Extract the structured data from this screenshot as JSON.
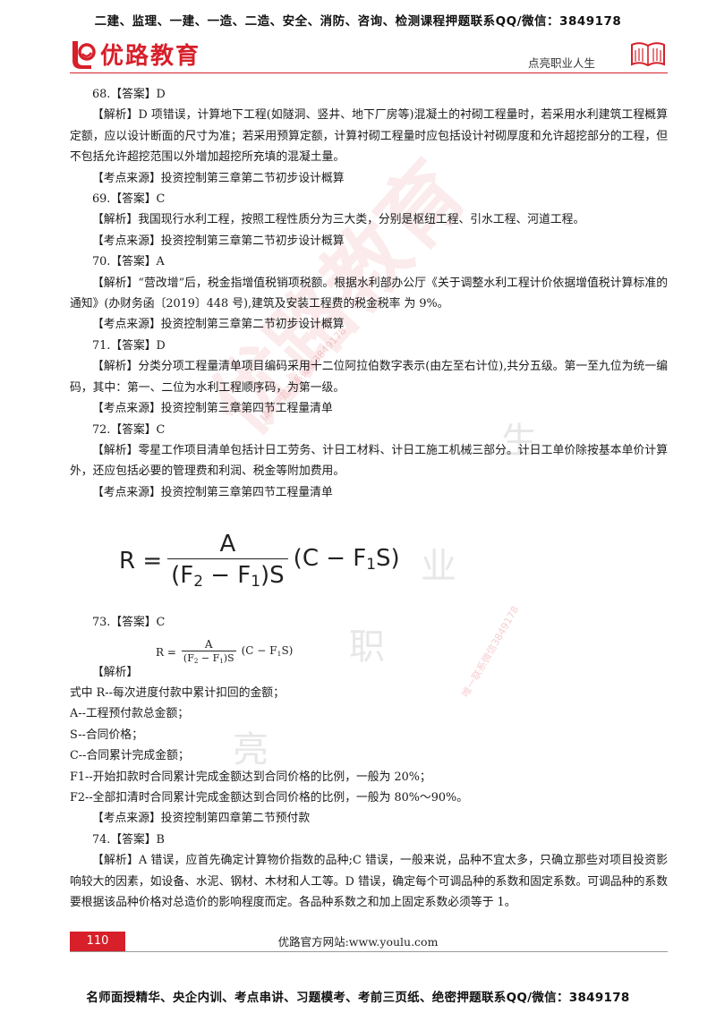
{
  "header": {
    "banner": "二建、监理、一建、一造、二造、安全、消防、咨询、检测课程押题联系QQ/微信：3849178",
    "brand_name": "优路教育",
    "slogan": "点亮职业人生"
  },
  "watermark": {
    "big": "优路教育",
    "chars": [
      "生",
      "业",
      "职",
      "亮"
    ],
    "contact_1": "精准押题联系微信3849178",
    "contact_2": "唯一联系微信3849178"
  },
  "colors": {
    "brand_red": "#d7202a"
  },
  "content": {
    "q68_answer": "68.【答案】D",
    "q68_analysis": "【解析】D 项错误，计算地下工程(如隧洞、竖井、地下厂房等)混凝土的衬砌工程量时，若采用水利建筑工程概算定额，应以设计断面的尺寸为准；若采用预算定额，计算衬砌工程量时应包括设计衬砌厚度和允许超挖部分的工程，但不包括允许超挖范围以外增加超挖所充填的混凝土量。",
    "q68_source": "【考点来源】投资控制第三章第二节初步设计概算",
    "q69_answer": "69.【答案】C",
    "q69_analysis": "【解析】我国现行水利工程，按照工程性质分为三大类，分别是枢纽工程、引水工程、河道工程。",
    "q69_source": "【考点来源】投资控制第三章第二节初步设计概算",
    "q70_answer": "70.【答案】A",
    "q70_analysis": "【解析】“营改增”后，税金指增值税销项税额。根据水利部办公厅《关于调整水利工程计价依据增值税计算标准的通知》(办财务函〔2019〕448 号),建筑及安装工程费的税金税率 为 9%。",
    "q70_source": "【考点来源】投资控制第三章第二节初步设计概算",
    "q71_answer": "71.【答案】D",
    "q71_analysis": "【解析】分类分项工程量清单项目编码采用十二位阿拉伯数字表示(由左至右计位),共分五级。第一至九位为统一编码，其中：第一、二位为水利工程顺序码，为第一级。",
    "q71_source": "【考点来源】投资控制第三章第四节工程量清单",
    "q72_answer": "72.【答案】C",
    "q72_analysis": "【解析】零星工作项目清单包括计日工劳务、计日工材料、计日工施工机械三部分。计日工单价除按基本单价计算外，还应包括必要的管理费和利润、税金等附加费用。",
    "q72_source": "【考点来源】投资控制第三章第四节工程量清单",
    "formula": {
      "lhs": "R =",
      "num": "A",
      "den_pre": "(F",
      "den_sub1": "2",
      "den_mid": " − F",
      "den_sub2": "1",
      "den_post": ")S",
      "rhs_pre": "(C − F",
      "rhs_sub": "1",
      "rhs_post": "S)"
    },
    "q73_answer": "73.【答案】C",
    "q73_analysis_label": "【解析】",
    "q73_defs": [
      "式中 R--每次进度付款中累计扣回的金额；",
      "A--工程预付款总金额；",
      "S--合同价格；",
      "C--合同累计完成金额；",
      "F1--开始扣款时合同累计完成金额达到合同价格的比例，一般为 20%；",
      "F2--全部扣清时合同累计完成金额达到合同价格的比例，一般为 80%～90%。"
    ],
    "q73_source": "【考点来源】投资控制第四章第二节预付款",
    "q74_answer": "74.【答案】B",
    "q74_analysis": "【解析】A 错误，应首先确定计算物价指数的品种;C 错误，一般来说，品种不宜太多，只确立那些对项目投资影响较大的因素，如设备、水泥、钢材、木材和人工等。D 错误，确定每个可调品种的系数和固定系数。可调品种的系数要根据该品种价格对总造价的影响程度而定。各品种系数之和加上固定系数必须等于 1。"
  },
  "footer": {
    "page_number": "110",
    "site": "优路官方网站:www.youlu.com",
    "banner": "名师面授精华、央企内训、考点串讲、习题模考、考前三页纸、绝密押题联系QQ/微信：3849178"
  }
}
